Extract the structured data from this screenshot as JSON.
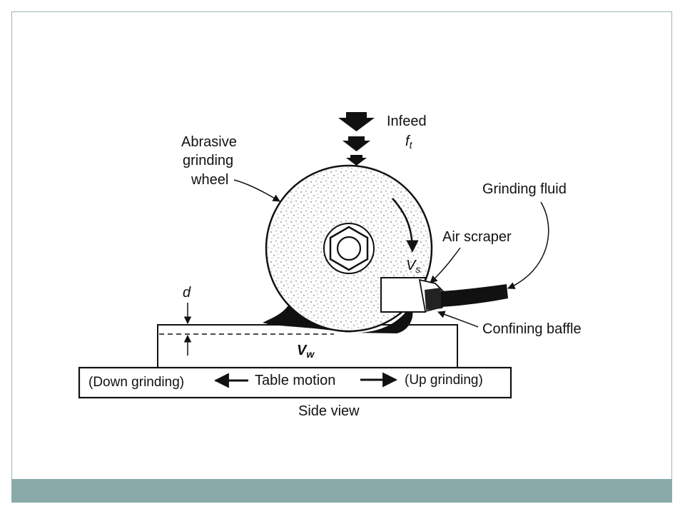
{
  "theme": {
    "footer_color": "#8aaaaa",
    "frame_color": "#9fb6b8",
    "ink": "#111111"
  },
  "diagram": {
    "infeed": "Infeed",
    "ft_main": "f",
    "ft_sub": "t",
    "wheel_label": [
      "Abrasive",
      "grinding",
      "wheel"
    ],
    "grinding_fluid": "Grinding fluid",
    "air_scraper": "Air scraper",
    "vs_main": "V",
    "vs_sub": "s",
    "d_label": "d",
    "vw_main": "V",
    "vw_sub": "w",
    "confining_baffle": "Confining baffle",
    "down_grinding": "(Down grinding)",
    "table_motion": "Table motion",
    "up_grinding": "(Up grinding)",
    "side_view": "Side view"
  }
}
